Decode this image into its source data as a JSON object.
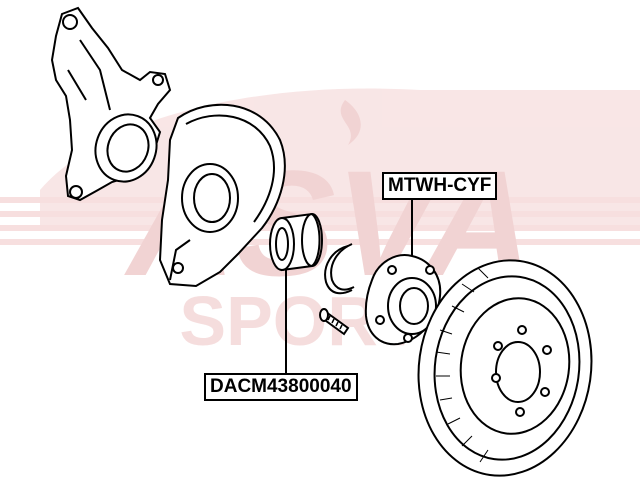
{
  "watermark": {
    "text": "ASVA",
    "subtext": "SPORT",
    "color": "#e8b7b7"
  },
  "parts": [
    {
      "id": "hub",
      "part_number": "MTWH-CYF"
    },
    {
      "id": "bearing",
      "part_number": "DACM43800040"
    }
  ],
  "colors": {
    "line": "#000000",
    "background": "#ffffff"
  }
}
